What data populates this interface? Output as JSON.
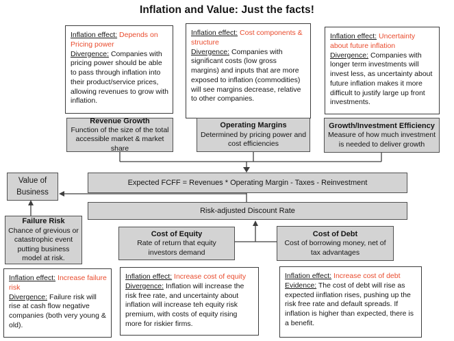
{
  "title": "Inflation and Value: Just the facts!",
  "colors": {
    "accent_red": "#e94b2d",
    "gray_fill": "#d3d3d3"
  },
  "top_boxes": [
    {
      "effect_label": "Inflation effect:",
      "effect": "Depends on Pricing power",
      "second_label": "Divergence:",
      "second": "Companies with pricing power should be able to pass through inflation into their product/service prices, allowing revenues to grow with inflation."
    },
    {
      "effect_label": "Inflation effect:",
      "effect": "Cost components & structure",
      "second_label": "Divergence:",
      "second": "Companies with significant costs (low gross margins) and inputs that are more exposed to inflation (commodities) will see margins decrease, relative to other companies."
    },
    {
      "effect_label": "Inflation effect:",
      "effect": "Uncertainty about future inflation",
      "second_label": "Divergence:",
      "second": "Companies with longer term investments will invest less, as uncertainty about future inflation makes it more difficult to justify large up front investments."
    }
  ],
  "driver_boxes": [
    {
      "title": "Revenue Growth",
      "body": "Function of the size of the total accessible market & market share"
    },
    {
      "title": "Operating Margins",
      "body": "Determined by pricing power and cost efficiencies"
    },
    {
      "title": "Growth/Investment Efficiency",
      "body": "Measure of how much investment is needed to deliver growth"
    }
  ],
  "value_box": "Value of Business",
  "fcff_bar": "Expected FCFF = Revenues * Operating Margin - Taxes - Reinvestment",
  "discount_bar": "Risk-adjusted Discount Rate",
  "failure_risk": {
    "title": "Failure Risk",
    "body": "Chance of grevious or catastrophic event putting business model at risk."
  },
  "cost_of_equity": {
    "title": "Cost of Equity",
    "body": "Rate of return that equity investors demand"
  },
  "cost_of_debt": {
    "title": "Cost of Debt",
    "body": "Cost of borrowing money, net of tax advantages"
  },
  "bottom_boxes": [
    {
      "effect_label": "Inflation effect:",
      "effect": "Increase failure risk",
      "second_label": "Divergence:",
      "second": "Failure risk will rise at cash flow negative companies (both very young & old)."
    },
    {
      "effect_label": "Inflation effect:",
      "effect": "Increase cost of equity",
      "second_label": "Divergence:",
      "second": "Inflation will increase the risk free rate, and uncertainty about inflation will increase teh equity risk premium, with costs of equity rising more for riskier firms."
    },
    {
      "effect_label": "Inflation effect:",
      "effect": "Increase cost of debt",
      "second_label": "Evidence:",
      "second": "The cost of debt will rise as expected iinflation rises, pushing up the risk free rate and default spreads. If inflation is higher than expected, there is a benefit."
    }
  ]
}
